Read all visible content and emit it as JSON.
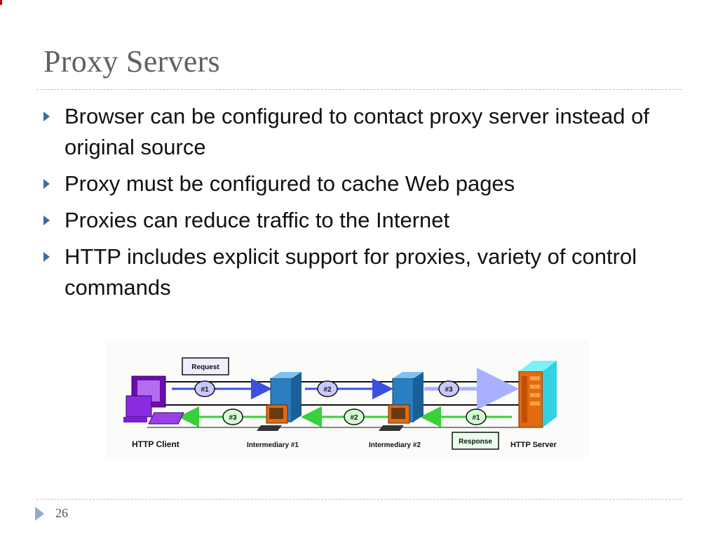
{
  "slide": {
    "title": "Proxy Servers",
    "page_number": "26"
  },
  "bullets": [
    {
      "text": "Browser can be configured to contact proxy server instead of original source"
    },
    {
      "text": "Proxy must be configured to cache Web pages"
    },
    {
      "text": "Proxies can reduce traffic to the Internet"
    },
    {
      "text": "HTTP includes explicit support for proxies, variety of control commands"
    }
  ],
  "diagram": {
    "request_label": "Request",
    "response_label": "Response",
    "nodes": {
      "client": "HTTP Client",
      "intermediary1": "Intermediary #1",
      "intermediary2": "Intermediary #2",
      "server": "HTTP Server"
    },
    "request_hops": [
      "#1",
      "#2",
      "#3"
    ],
    "response_hops": [
      "#3",
      "#2",
      "#1"
    ],
    "colors": {
      "request_arrow": "#3b4fe0",
      "response_arrow": "#39d03c",
      "hop_badge": "#c9c9ff",
      "client_purple": "#8a2be2",
      "server_cyan": "#34d1e0"
    }
  }
}
